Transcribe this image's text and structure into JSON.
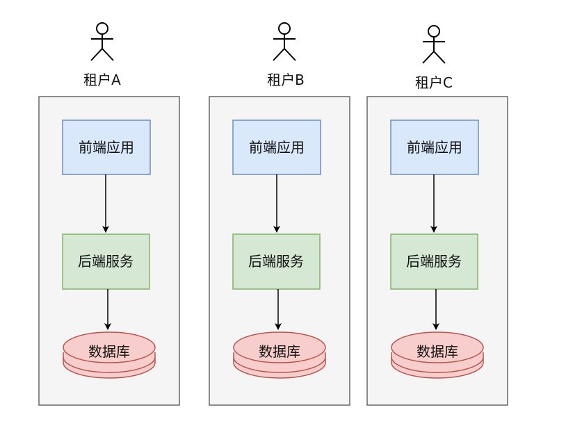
{
  "tenants": [
    {
      "label": "租户A",
      "frontend": "前端应用",
      "backend": "后端服务",
      "database": "数据库"
    },
    {
      "label": "租户B",
      "frontend": "前端应用",
      "backend": "后端服务",
      "database": "数据库"
    },
    {
      "label": "租户C",
      "frontend": "前端应用",
      "backend": "后端服务",
      "database": "数据库"
    }
  ],
  "colors": {
    "container_fill": "#f5f5f5",
    "container_stroke": "#666666",
    "frontend_fill": "#dae8fc",
    "frontend_stroke": "#6c8ebf",
    "backend_fill": "#d5e8d4",
    "backend_stroke": "#82b366",
    "database_fill": "#f8cecc",
    "database_stroke": "#b85450",
    "arrow": "#000000"
  }
}
